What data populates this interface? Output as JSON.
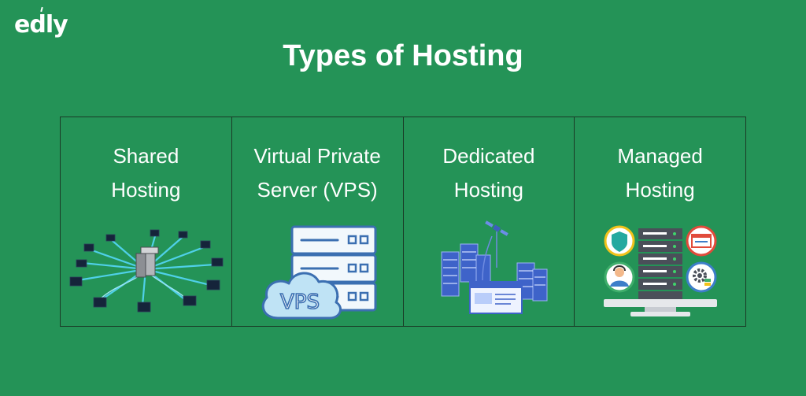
{
  "brand": {
    "logo_text": "edly"
  },
  "title": "Types of Hosting",
  "hosting_types": [
    {
      "line1": "Shared",
      "line2": "Hosting",
      "icon": "shared-hosting-network-icon"
    },
    {
      "line1": "Virtual Private",
      "line2": "Server (VPS)",
      "icon": "vps-server-cloud-icon",
      "badge": "VPS"
    },
    {
      "line1": "Dedicated",
      "line2": "Hosting",
      "icon": "dedicated-server-racks-icon"
    },
    {
      "line1": "Managed",
      "line2": "Hosting",
      "icon": "managed-hosting-monitor-icon"
    }
  ],
  "colors": {
    "background": "#249357",
    "text": "#ffffff",
    "grid_line": "#1a3a26",
    "vps_blue": "#3b6fb1",
    "vps_light": "#bfe3f5",
    "server_dark": "#4a4f59"
  }
}
